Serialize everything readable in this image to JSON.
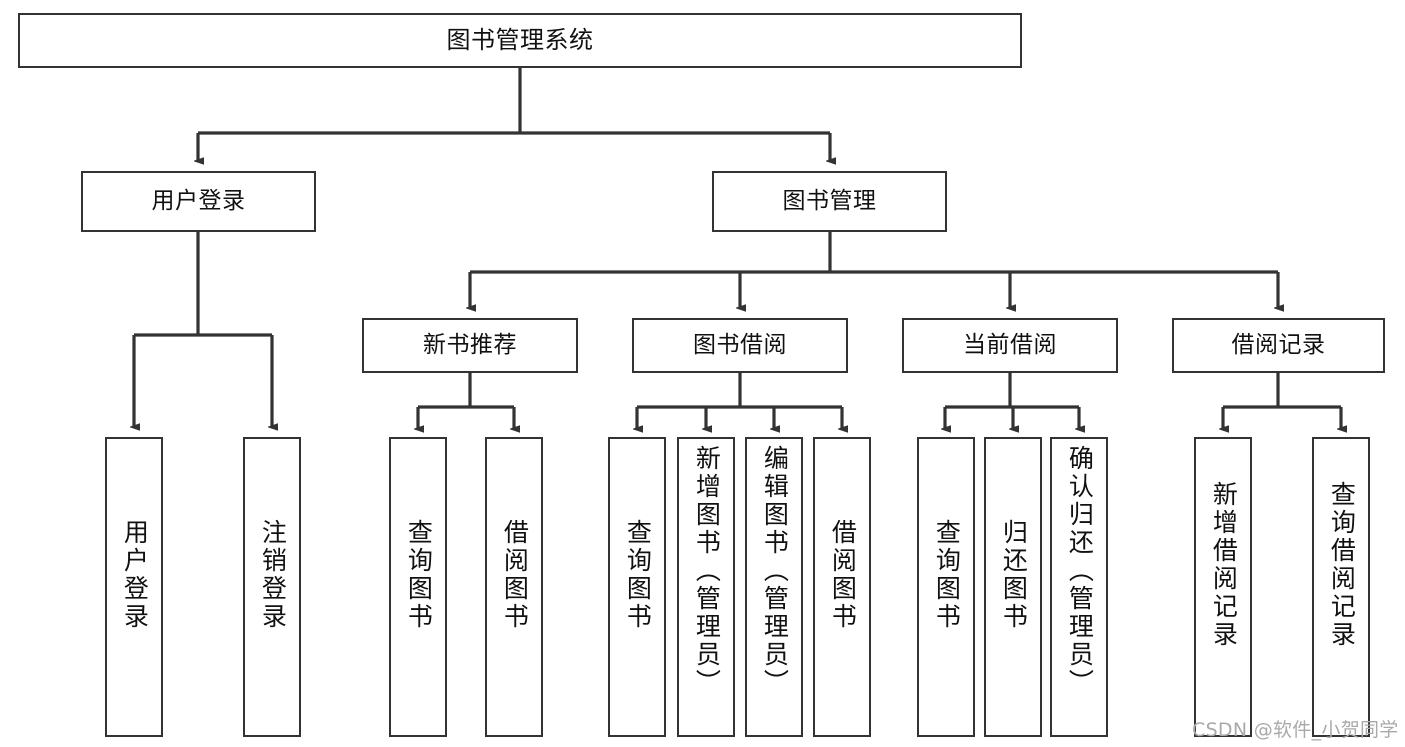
{
  "diagram": {
    "type": "tree-hierarchy-chart",
    "title": "图书管理系统",
    "watermark": "CSDN @软件_小贺同学",
    "colors": {
      "box_border": "#333333",
      "box_fill": "#ffffff",
      "connector": "#333333",
      "text": "#111111",
      "watermark": "#a9a9a9",
      "background": "#ffffff"
    },
    "nodes": {
      "root": {
        "label": "图书管理系统",
        "level": 1,
        "orientation": "horizontal"
      },
      "n_user_login": {
        "label": "用户登录",
        "level": 2,
        "orientation": "horizontal"
      },
      "n_book_manage": {
        "label": "图书管理",
        "level": 2,
        "orientation": "horizontal"
      },
      "n_new_book_rec": {
        "label": "新书推荐",
        "level": 3,
        "orientation": "horizontal"
      },
      "n_book_borrow": {
        "label": "图书借阅",
        "level": 3,
        "orientation": "horizontal"
      },
      "n_current_borrow": {
        "label": "当前借阅",
        "level": 3,
        "orientation": "horizontal"
      },
      "n_borrow_record": {
        "label": "借阅记录",
        "level": 3,
        "orientation": "horizontal"
      },
      "leaf_user_login": {
        "label": "用户登录",
        "level": 4,
        "orientation": "vertical"
      },
      "leaf_logout": {
        "label": "注销登录",
        "level": 4,
        "orientation": "vertical"
      },
      "leaf_query_book_1": {
        "label": "查询图书",
        "level": 4,
        "orientation": "vertical"
      },
      "leaf_borrow_book_1": {
        "label": "借阅图书",
        "level": 4,
        "orientation": "vertical"
      },
      "leaf_query_book_2": {
        "label": "查询图书",
        "level": 4,
        "orientation": "vertical"
      },
      "leaf_add_book": {
        "label": "新增图书（管理员）",
        "level": 4,
        "orientation": "vertical"
      },
      "leaf_edit_book": {
        "label": "编辑图书（管理员）",
        "level": 4,
        "orientation": "vertical"
      },
      "leaf_borrow_book_2": {
        "label": "借阅图书",
        "level": 4,
        "orientation": "vertical"
      },
      "leaf_query_book_3": {
        "label": "查询图书",
        "level": 4,
        "orientation": "vertical"
      },
      "leaf_return_book": {
        "label": "归还图书",
        "level": 4,
        "orientation": "vertical"
      },
      "leaf_confirm_return": {
        "label": "确认归还（管理员）",
        "level": 4,
        "orientation": "vertical"
      },
      "leaf_add_record": {
        "label": "新增借阅记录",
        "level": 4,
        "orientation": "vertical"
      },
      "leaf_query_record": {
        "label": "查询借阅记录",
        "level": 4,
        "orientation": "vertical"
      }
    },
    "edges": [
      {
        "from": "root",
        "to": "n_user_login"
      },
      {
        "from": "root",
        "to": "n_book_manage"
      },
      {
        "from": "n_user_login",
        "to": "leaf_user_login"
      },
      {
        "from": "n_user_login",
        "to": "leaf_logout"
      },
      {
        "from": "n_book_manage",
        "to": "n_new_book_rec"
      },
      {
        "from": "n_book_manage",
        "to": "n_book_borrow"
      },
      {
        "from": "n_book_manage",
        "to": "n_current_borrow"
      },
      {
        "from": "n_book_manage",
        "to": "n_borrow_record"
      },
      {
        "from": "n_new_book_rec",
        "to": "leaf_query_book_1"
      },
      {
        "from": "n_new_book_rec",
        "to": "leaf_borrow_book_1"
      },
      {
        "from": "n_book_borrow",
        "to": "leaf_query_book_2"
      },
      {
        "from": "n_book_borrow",
        "to": "leaf_add_book"
      },
      {
        "from": "n_book_borrow",
        "to": "leaf_edit_book"
      },
      {
        "from": "n_book_borrow",
        "to": "leaf_borrow_book_2"
      },
      {
        "from": "n_current_borrow",
        "to": "leaf_query_book_3"
      },
      {
        "from": "n_current_borrow",
        "to": "leaf_return_book"
      },
      {
        "from": "n_current_borrow",
        "to": "leaf_confirm_return"
      },
      {
        "from": "n_borrow_record",
        "to": "leaf_add_record"
      },
      {
        "from": "n_borrow_record",
        "to": "leaf_query_record"
      }
    ]
  }
}
